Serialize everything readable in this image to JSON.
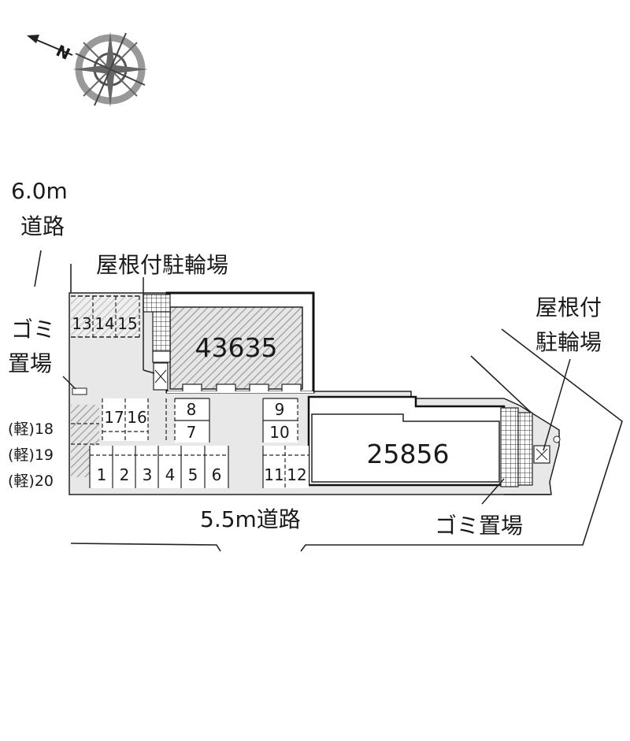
{
  "compass": {
    "north_label": "N",
    "icon": "compass-rose-icon"
  },
  "roads": {
    "west": {
      "width": "6.0m",
      "name": "道路"
    },
    "south": {
      "label": "5.5m道路"
    }
  },
  "bike_parking": {
    "north": "屋根付駐輪場",
    "east_line1": "屋根付",
    "east_line2": "駐輪場"
  },
  "garbage": {
    "west_line1": "ゴミ",
    "west_line2": "置場",
    "east": "ゴミ置場"
  },
  "buildings": [
    {
      "id": "43635"
    },
    {
      "id": "25856"
    }
  ],
  "parking_spaces": [
    "1",
    "2",
    "3",
    "4",
    "5",
    "6",
    "7",
    "8",
    "9",
    "10",
    "11",
    "12",
    "13",
    "14",
    "15",
    "16",
    "17"
  ],
  "kei_spaces": [
    "(軽)18",
    "(軽)19",
    "(軽)20"
  ],
  "colors": {
    "lot": "#e8e8e8",
    "hatch": "#9a9a9a",
    "line": "#222222"
  }
}
